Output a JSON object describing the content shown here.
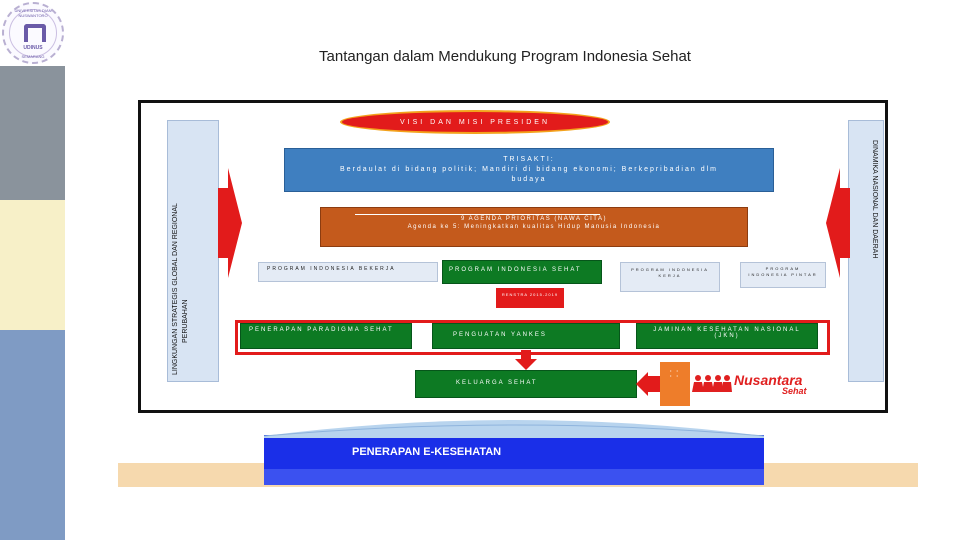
{
  "slide": {
    "title": "Tantangan dalam Mendukung Program Indonesia Sehat"
  },
  "logo": {
    "ring_text": "UNIVERSITAS DIAN NUSWANTORO",
    "city_text": "SEMARANG",
    "name_text": "UDINUS"
  },
  "diagram": {
    "visi_misi": "VISI DAN MISI PRESIDEN",
    "trisakti_title": "TRISAKTI:",
    "trisakti_line1": "Berdaulat di bidang politik; Mandiri di bidang ekonomi; Berkepribadian dlm",
    "trisakti_line2": "budaya",
    "nawacita_line1": "9 AGENDA PRIORITAS (NAWA CITA)",
    "nawacita_line2": "Agenda ke 5: Meningkatkan kualitas Hidup Manusia Indonesia",
    "program_indonesia_sehat": "PROGRAM INDONESIA SEHAT",
    "program_indonesia_bekerja": "PROGRAM INDONESIA BEKERJA",
    "program_indonesia_kerja": "PROGRAM INDONESIA KERJA",
    "program_indonesia_pintar": "PROGRAM INDONESIA PINTAR",
    "renstra": "RENSTRA 2015-2019",
    "penerapan_paradigma": "PENERAPAN PARADIGMA SEHAT",
    "penguatan_yankes": "PENGUATAN YANKES",
    "jkn": "JAMINAN KESEHATAN NASIONAL (JKN)",
    "keluarga_sehat": "KELUARGA SEHAT",
    "nusantara_brand": "Nusantara",
    "nusantara_brand2": "Sehat",
    "left_side_text_1": "LINGKUNGAN STRATEGIS GLOBAL DAN REGIONAL",
    "left_side_text_2": "PERUBAHAN",
    "right_side_text_1": "DINAMIKA NASIONAL DAN DAERAH",
    "penerapan_ekesehatan": "PENERAPAN E-KESEHATAN"
  },
  "colors": {
    "red": "#e21b1b",
    "blue": "#3f7fc0",
    "orange": "#c45a1c",
    "green": "#0d7a23",
    "ek_blue": "#1a2fe8"
  }
}
